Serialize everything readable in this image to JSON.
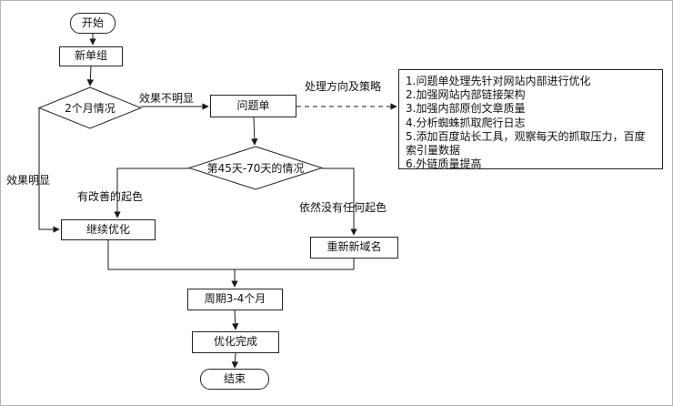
{
  "flowchart": {
    "nodes": {
      "start": "开始",
      "new_order_group": "新单组",
      "two_month_decision": "2个月情况",
      "problem_ticket": "问题单",
      "day45_70_decision": "第45天-70天的情况",
      "continue_optimize": "继续优化",
      "new_domain": "重新新域名",
      "cycle": "周期3-4个月",
      "optimize_complete": "优化完成",
      "end": "结束"
    },
    "edge_labels": {
      "effect_not_obvious": "效果不明显",
      "handling_direction": "处理方向及策略",
      "effect_obvious": "效果明显",
      "improvement": "有改善的起色",
      "no_improvement": "依然没有任何起色"
    },
    "strategy_list": [
      "1.问题单处理先针对网站内部进行优化",
      "2.加强网站内部链接架构",
      "3.加强内部原创文章质量",
      "4.分析蜘蛛抓取爬行日志",
      "5.添加百度站长工具，观察每天的抓取压力，百度索引量数据",
      "6.外链质量提高"
    ],
    "colors": {
      "line": "#1a1a1a",
      "box_border": "#222222",
      "background": "#ffffff"
    }
  }
}
